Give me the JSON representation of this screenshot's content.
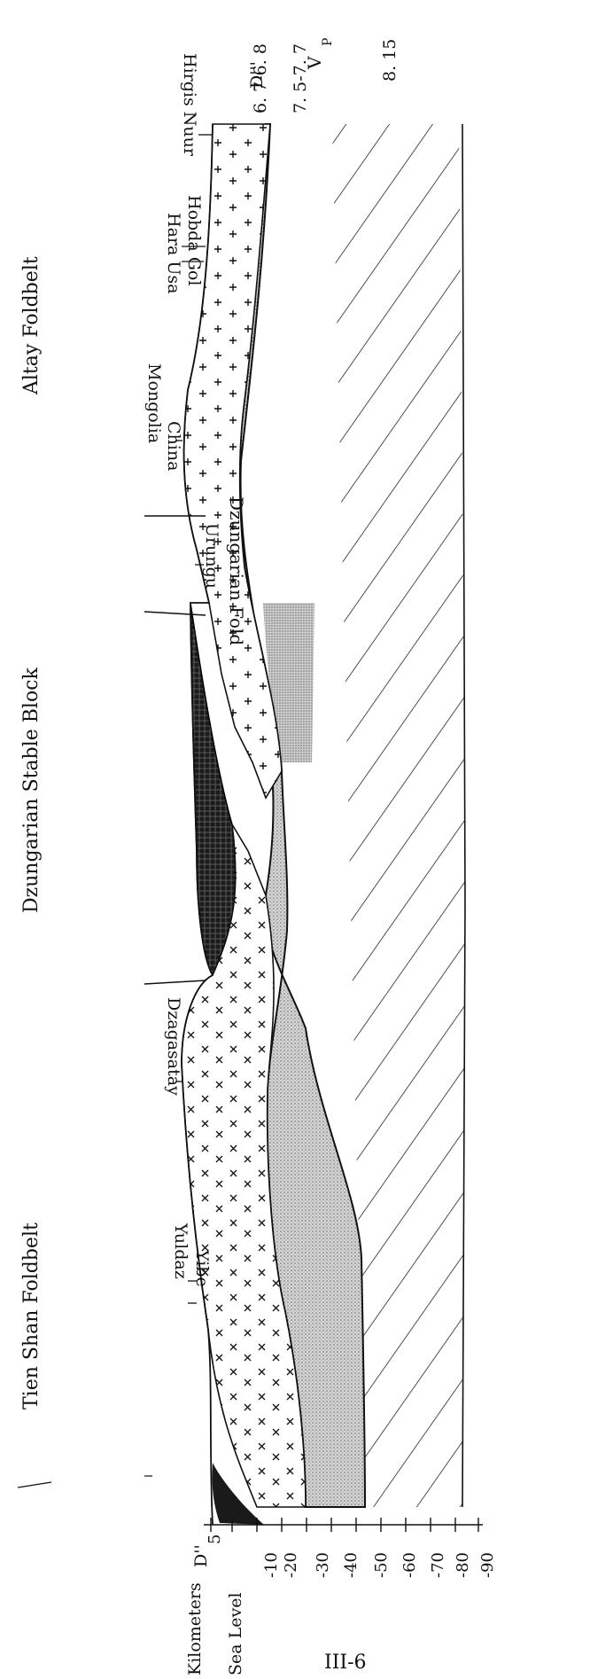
{
  "profile": {
    "left_end": "D''",
    "right_end": "D'''",
    "velocity_header": "V",
    "velocity_subscript": "P",
    "velocities": [
      "6. 7-6. 8",
      "7. 5-7. 7",
      "8. 15"
    ]
  },
  "axis": {
    "title": "Kilometers",
    "top_label": "5",
    "sea_level_label": "Sea Level",
    "ticks": [
      "-10",
      "-20",
      "-30",
      "-40",
      "-50",
      "-60",
      "-70",
      "-80",
      "-90"
    ]
  },
  "provinces": [
    {
      "name": "Tien Shan Foldbelt"
    },
    {
      "name": "Dzungarian Stable Block"
    },
    {
      "name": "Dzungarian Fold"
    },
    {
      "name": "Altay Foldbelt"
    }
  ],
  "localities": [
    {
      "name": "Yibe"
    },
    {
      "name": "Yuldaz"
    },
    {
      "name": "Dzagasatay"
    },
    {
      "name": "Urungu"
    },
    {
      "name": "China"
    },
    {
      "name": "Mongolia"
    },
    {
      "name": "Hobda Gol"
    },
    {
      "name": "Hara Usa"
    },
    {
      "name": "Hirgis Nuur"
    }
  ],
  "page_number": "III-6"
}
